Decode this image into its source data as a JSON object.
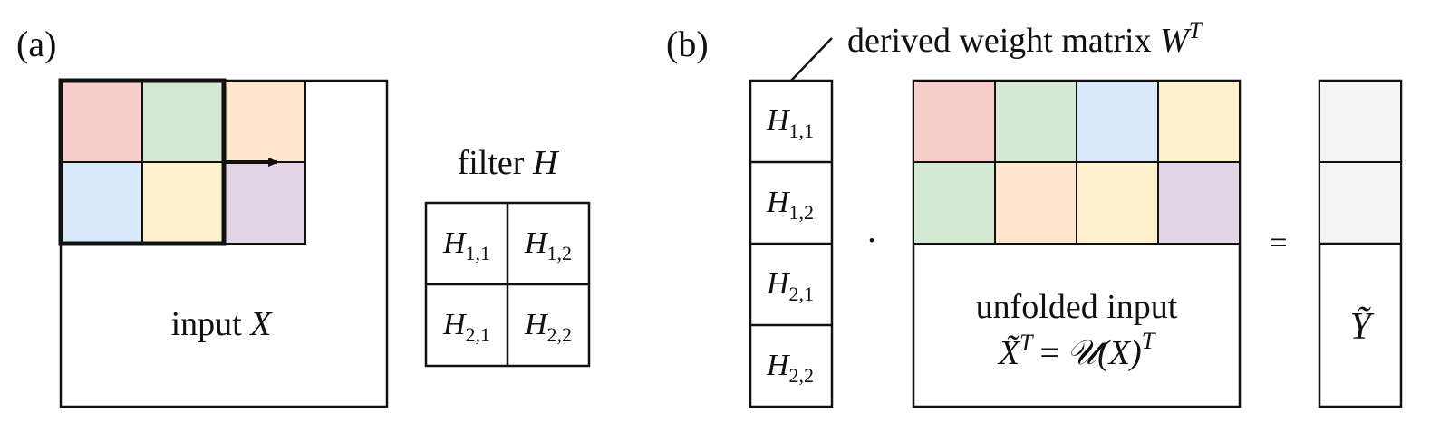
{
  "panel_a": {
    "tag": "(a)",
    "input_label": "input ",
    "input_var": "X",
    "filter_label": "filter ",
    "filter_var": "H",
    "window_colors": [
      "#f8cecc",
      "#d5e8d4",
      "#ffe6cc",
      "#dae8fc",
      "#fff2cc",
      "#e1d5e7"
    ],
    "filter_cells": [
      {
        "base": "H",
        "sub": "1,1"
      },
      {
        "base": "H",
        "sub": "1,2"
      },
      {
        "base": "H",
        "sub": "2,1"
      },
      {
        "base": "H",
        "sub": "2,2"
      }
    ]
  },
  "panel_b": {
    "tag": "(b)",
    "weight_label": "derived weight matrix ",
    "weight_var": "W",
    "weight_sup": "T",
    "weight_cells": [
      {
        "base": "H",
        "sub": "1,1"
      },
      {
        "base": "H",
        "sub": "1,2"
      },
      {
        "base": "H",
        "sub": "2,1"
      },
      {
        "base": "H",
        "sub": "2,2"
      }
    ],
    "dot_op": "·",
    "equals_op": "=",
    "unfolded_colors_row1": [
      "#f8cecc",
      "#d5e8d4",
      "#dae8fc",
      "#fff2cc"
    ],
    "unfolded_colors_row2": [
      "#d5e8d4",
      "#ffe6cc",
      "#fff2cc",
      "#e1d5e7"
    ],
    "unfolded_label": "unfolded input",
    "unfolded_formula": {
      "lhs": "X̃",
      "lhs_sup": "T",
      "eq": "=",
      "op": "𝒰(X)",
      "op_sup": "T"
    },
    "output_var": "Ỹ",
    "output_color": "#f5f5f5"
  }
}
